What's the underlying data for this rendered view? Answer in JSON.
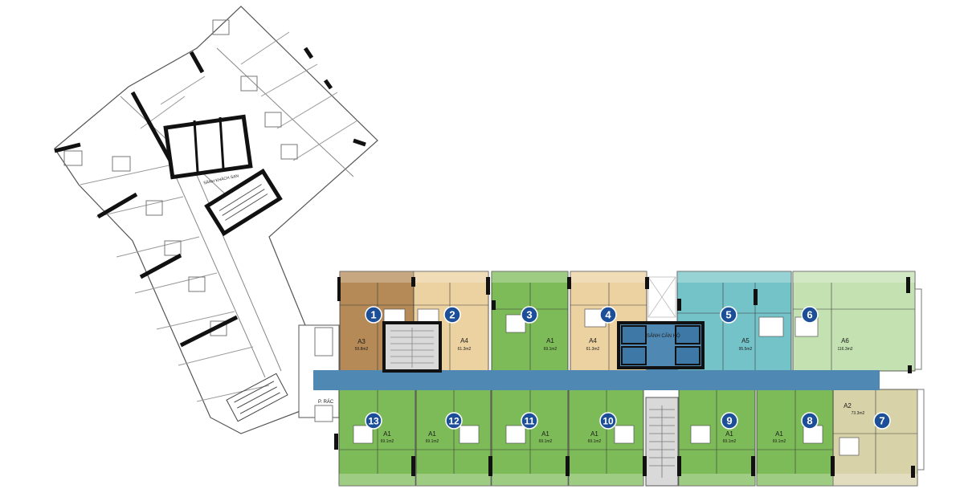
{
  "labels": {
    "hotel_lobby": "SẢNH KHÁCH SẠN",
    "apartment_lobby": "SẢNH CĂN HỘ",
    "trash_room": "P. RÁC"
  },
  "colors": {
    "corridor": "#4f88b2",
    "A1": "#7dbb58",
    "A2": "#d7d2a8",
    "A3": "#b58a56",
    "A4": "#ecd2a0",
    "A5": "#74c3c8",
    "A6": "#c3e1b1",
    "badge": "#1d4f99"
  },
  "units": [
    {
      "id": "1",
      "type": "A3",
      "area": "59.8m2"
    },
    {
      "id": "2",
      "type": "A4",
      "area": "61.3m2"
    },
    {
      "id": "3",
      "type": "A1",
      "area": "69.1m2"
    },
    {
      "id": "4",
      "type": "A4",
      "area": "61.3m2"
    },
    {
      "id": "5",
      "type": "A5",
      "area": "95.5m2"
    },
    {
      "id": "6",
      "type": "A6",
      "area": "116.3m2"
    },
    {
      "id": "7",
      "type": "A2",
      "area": "73.3m2"
    },
    {
      "id": "8",
      "type": "A1",
      "area": "69.1m2"
    },
    {
      "id": "9",
      "type": "A1",
      "area": "69.1m2"
    },
    {
      "id": "10",
      "type": "A1",
      "area": "69.1m2"
    },
    {
      "id": "11",
      "type": "A1",
      "area": "69.1m2"
    },
    {
      "id": "12",
      "type": "A1",
      "area": "69.1m2"
    },
    {
      "id": "13",
      "type": "A1",
      "area": "69.1m2"
    }
  ]
}
